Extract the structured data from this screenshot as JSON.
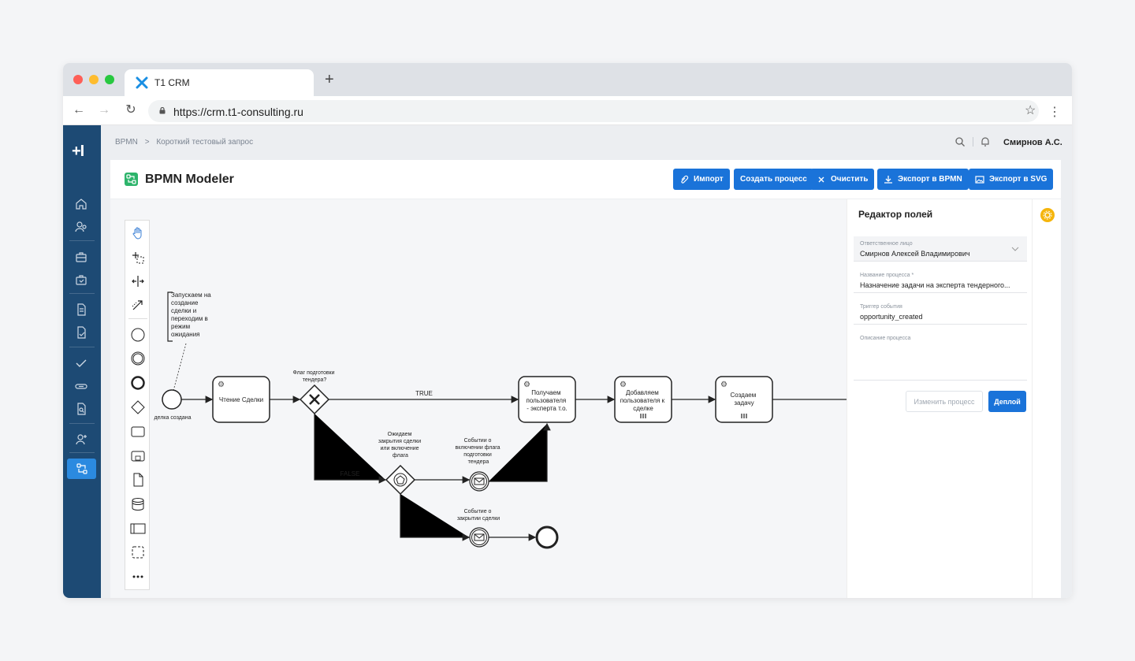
{
  "browser": {
    "tab_title": "T1 CRM",
    "new_tab": "+",
    "url": "https://crm.t1-consulting.ru"
  },
  "app": {
    "logo": "+I",
    "breadcrumb": [
      "BPMN",
      ">",
      "Короткий тестовый запрос"
    ],
    "user_name": "Смирнов А.С.",
    "page_title": "BPMN Modeler",
    "toolbar": {
      "import": "Импорт",
      "create": "Создать процесс",
      "clear": "Очистить",
      "export_bpmn": "Экспорт в BPMN",
      "export_svg": "Экспорт в SVG"
    }
  },
  "diagram": {
    "annotation": [
      "Запускаем на",
      "создание",
      "сделки и",
      "переходим в",
      "режим",
      "ожидания"
    ],
    "start_label": "делка создана",
    "task_read": "Чтение Сделки",
    "gateway_label": [
      "Флаг подготовки",
      "тендера?"
    ],
    "flow_true": "TRUE",
    "flow_false": "FALSE",
    "task_get_user": [
      "Получаем",
      "пользователя",
      "- эксперта т.о."
    ],
    "task_add_user": [
      "Добавляем",
      "пользователя к",
      "сделке"
    ],
    "task_create": [
      "Создаем",
      "задачу"
    ],
    "event_gateway_label": [
      "Ожидаем",
      "закрытия сделки",
      "или включение",
      "флага"
    ],
    "msg_event_1": [
      "Событии о",
      "включении флага",
      "подготовки",
      "тендера"
    ],
    "msg_event_2": [
      "Событие о",
      "закрытии сделки"
    ]
  },
  "panel": {
    "title": "Редактор полей",
    "fields": [
      {
        "label": "Ответственное лицо",
        "value": "Смирнов Алексей Владимирович"
      },
      {
        "label": "Название процесса *",
        "value": "Назначение задачи на эксперта тендерного..."
      },
      {
        "label": "Триггер события",
        "value": "opportunity_created"
      },
      {
        "label": "Описание процесса",
        "value": ""
      }
    ],
    "change_button": "Изменить процесс",
    "deploy_button": "Деплой"
  }
}
